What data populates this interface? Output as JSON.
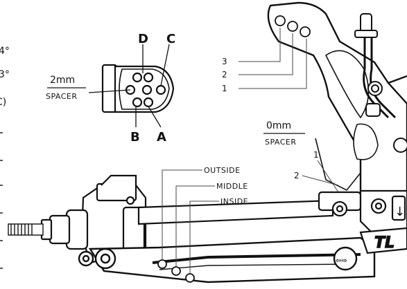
{
  "left_edge": {
    "fragments": [
      "4°",
      "3°",
      "C)"
    ]
  },
  "insert_labels": {
    "d": "D",
    "c": "C",
    "b": "B",
    "a": "A"
  },
  "spacer_2mm": {
    "value": "2mm",
    "label": "SPACER"
  },
  "spacer_0mm": {
    "value": "0mm",
    "label": "SPACER"
  },
  "tower_holes": {
    "top": [
      "3",
      "2",
      "1"
    ],
    "bottom": [
      "1",
      "2"
    ]
  },
  "arm_positions": {
    "outside": "OUTSIDE",
    "middle": "MIDDLE",
    "inside": "INSIDE"
  },
  "decals": {
    "brand_fragment": "TL"
  }
}
